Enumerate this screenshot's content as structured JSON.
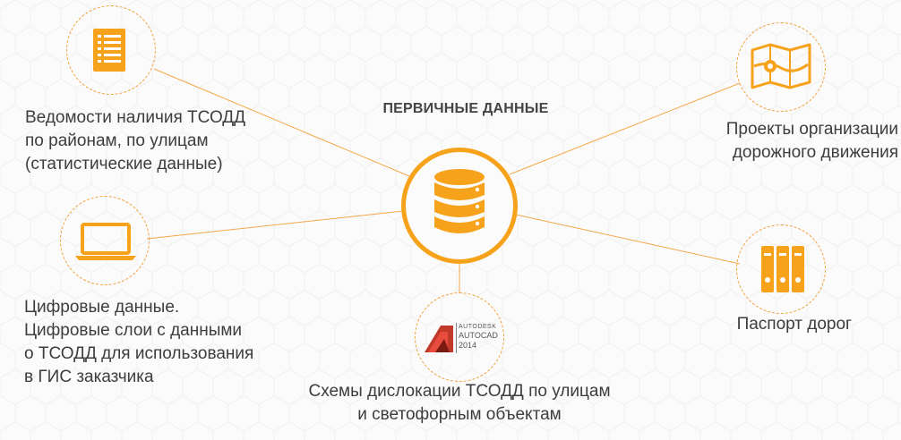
{
  "title": "ПЕРВИЧНЫЕ ДАННЫЕ",
  "nodes": {
    "vedomosti": {
      "lines": [
        "Ведомости наличия ТСОДД",
        "по районам, по улицам",
        "(статистические данные)"
      ],
      "icon": "document-list-icon"
    },
    "digital": {
      "lines": [
        "Цифровые данные.",
        "Цифровые слои с данными",
        "о ТСОДД для использования",
        "в ГИС заказчика"
      ],
      "icon": "laptop-icon"
    },
    "autocad": {
      "lines": [
        "Схемы дислокации ТСОДД по улицам",
        "и светофорным объектам"
      ],
      "icon": "autocad-logo",
      "logo_text": [
        "AUTODESK",
        "AUTOCAD",
        "2014"
      ]
    },
    "projects": {
      "lines": [
        "Проекты организации",
        "дорожного движения"
      ],
      "icon": "map-icon"
    },
    "passport": {
      "lines": [
        "Паспорт дорог"
      ],
      "icon": "binders-icon"
    }
  },
  "hub_icon": "database-icon",
  "colors": {
    "accent": "#f7a21b",
    "text": "#3d3d3d",
    "line": "#f3a13a"
  }
}
